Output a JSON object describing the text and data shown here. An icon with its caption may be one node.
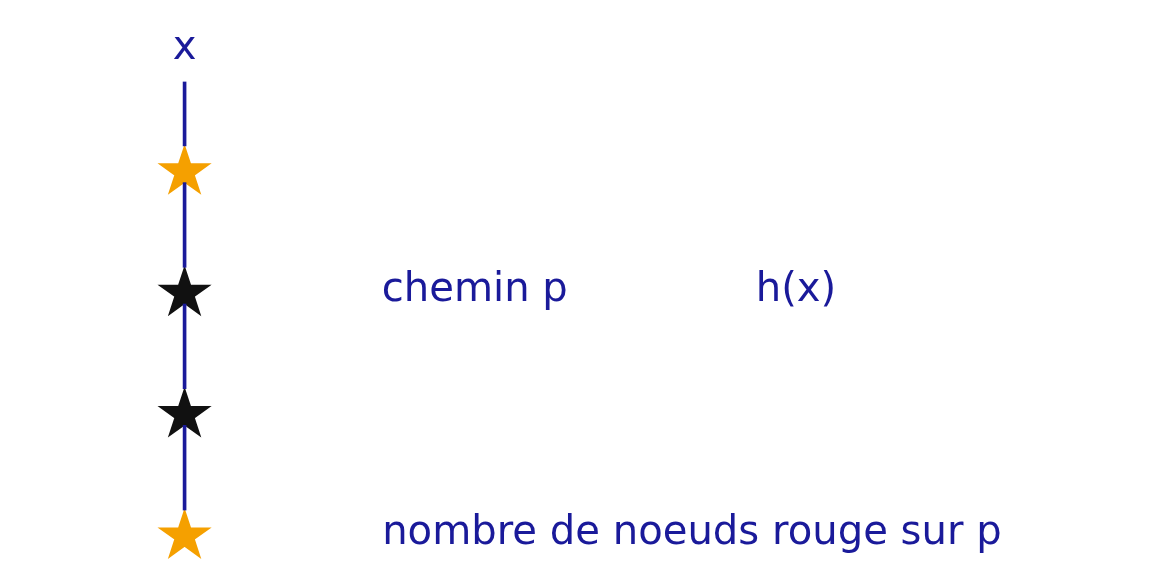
{
  "diagram": {
    "nodes": [
      {
        "text": [
          "x"
        ]
      },
      {
        "text": [],
        "shape": "star"
      },
      {
        "text": [],
        "shape": "star"
      },
      {
        "text": [],
        "shape": "star"
      },
      {
        "text": [],
        "shape": "star"
      }
    ],
    "edges": [
      {
        "from": 0,
        "to": 1,
        "arrow": "none"
      },
      {
        "from": 1,
        "to": 2,
        "arrow": "none"
      },
      {
        "from": 2,
        "to": 3,
        "arrow": "none"
      },
      {
        "from": 3,
        "to": 4,
        "arrow": "none"
      }
    ],
    "labels": [
      "chemin p",
      "h(x)",
      "nombre de noeuds rouge sur p"
    ]
  }
}
